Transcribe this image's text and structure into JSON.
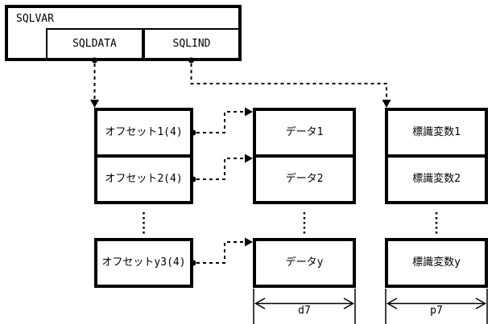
{
  "diagram": {
    "sqlvar": {
      "title": "SQLVAR",
      "sqldata_label": "SQLDATA",
      "sqlind_label": "SQLIND"
    },
    "offset_boxes": [
      "オフセット1(4)",
      "オフセット2(4)",
      "オフセットy3(4)"
    ],
    "data_boxes": [
      "データ1",
      "データ2",
      "データy"
    ],
    "indicator_boxes": [
      "標識変数1",
      "標識変数2",
      "標識変数y"
    ],
    "dimensions": {
      "data_width_label": "d7",
      "indicator_width_label": "p7"
    },
    "colors": {
      "line": "#000000",
      "background": "#ffffff"
    }
  }
}
